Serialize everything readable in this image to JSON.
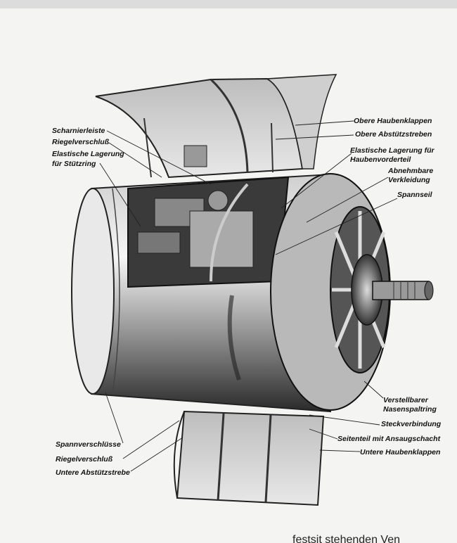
{
  "labels": {
    "scharnierleiste": "Scharnierleiste",
    "riegelverschluss_top": "Riegelverschluß",
    "elastische_lagerung_stuetzring_1": "Elastische Lagerung",
    "elastische_lagerung_stuetzring_2": "für Stützring",
    "obere_haubenklappen": "Obere Haubenklappen",
    "obere_abstuetzstreben": "Obere Abstützstreben",
    "elastische_lagerung_haube_1": "Elastische Lagerung für",
    "elastische_lagerung_haube_2": "Haubenvorderteil",
    "abnehmbare_verkleidung_1": "Abnehmbare",
    "abnehmbare_verkleidung_2": "Verkleidung",
    "spannseil": "Spannseil",
    "verstellbarer_nasenspaltring_1": "Verstellbarer",
    "verstellbarer_nasenspaltring_2": "Nasenspaltring",
    "steckverbindung": "Steckverbindung",
    "seitenteil_ansaugschacht": "Seitenteil mit Ansaugschacht",
    "untere_haubenklappen": "Untere Haubenklappen",
    "spannverschluesse": "Spannverschlüsse",
    "riegelverschluss_bottom": "Riegelverschluß",
    "untere_abstuetzstrebe": "Untere Abstützstrebe"
  },
  "footer_text": "festsit   stehenden Ven"
}
